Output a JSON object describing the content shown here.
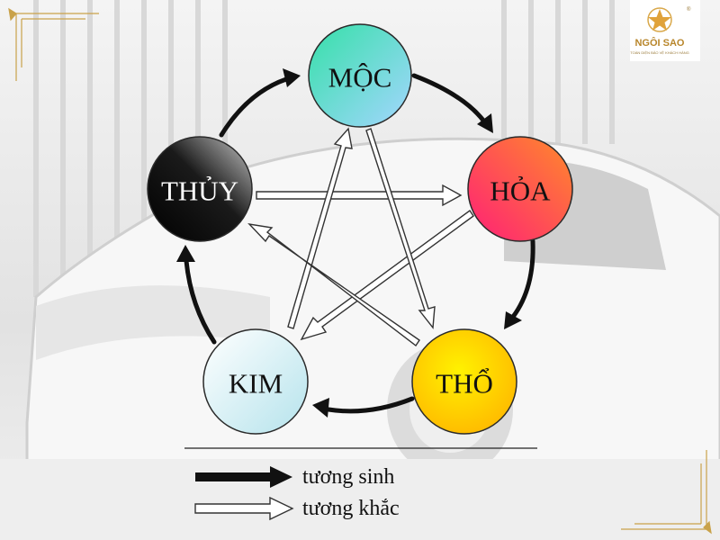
{
  "logo": {
    "name": "NGÔI SAO",
    "tagline": "TOÀN DIỆN BẢO VỆ KHÁCH HÀNG",
    "registered_mark": "®"
  },
  "elements": {
    "moc": {
      "label": "MỘC",
      "color_from": "#3ee0b4",
      "color_to": "#9ad8ff"
    },
    "hoa": {
      "label": "HỎA",
      "color_from": "#ff2a6a",
      "color_to": "#ff7a2a"
    },
    "tho": {
      "label": "THỔ",
      "color_from": "#ffe600",
      "color_to": "#ffb800"
    },
    "kim": {
      "label": "KIM",
      "color_from": "#ffffff",
      "color_to": "#bfe6ee"
    },
    "thuy": {
      "label": "THỦY",
      "color_from": "#9a9a9a",
      "color_to": "#000000"
    }
  },
  "legend": {
    "generating": "tương sinh",
    "overcoming": "tương khắc"
  },
  "colors": {
    "generating_arrow": "#111111",
    "overcoming_arrow_fill": "#ffffff",
    "overcoming_arrow_stroke": "#333333",
    "gold_accent": "#c9a24a"
  }
}
